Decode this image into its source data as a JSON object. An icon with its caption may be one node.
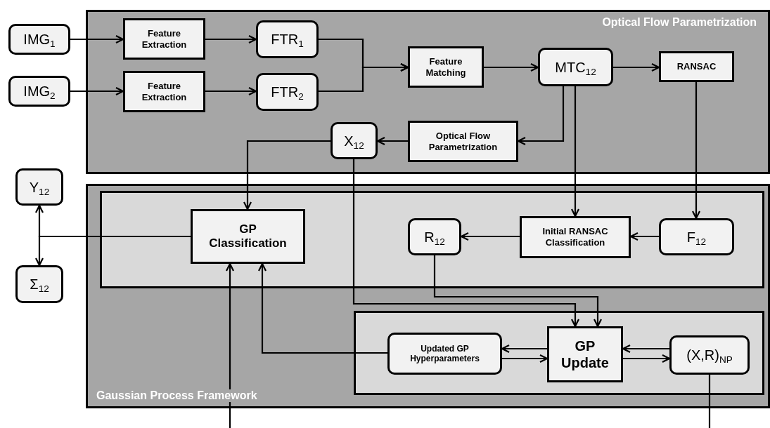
{
  "diagram": {
    "nodes": [
      {
        "text": [
          "Optical Flow Parametrization"
        ]
      },
      {
        "text": [
          "IMG$_{1}$"
        ]
      },
      {
        "text": [
          "IMG$_{2}$"
        ]
      },
      {
        "text": [
          "Feature Extraction"
        ],
        "in": 0
      },
      {
        "text": [
          "Feature Extraction"
        ],
        "in": 0
      },
      {
        "text": [
          "FTR$_{1}$"
        ],
        "in": 0
      },
      {
        "text": [
          "FTR$_{2}$"
        ],
        "in": 0
      },
      {
        "text": [
          "Feature Matching"
        ],
        "in": 0
      },
      {
        "text": [
          "MTC$_{12}$"
        ],
        "in": 0
      },
      {
        "text": [
          "RANSAC"
        ],
        "in": 0
      },
      {
        "text": [
          "X$_{12}$"
        ],
        "in": 0
      },
      {
        "text": [
          "Optical Flow Parametrization"
        ],
        "in": 0
      },
      {
        "text": [
          "Gaussian Process Framework"
        ]
      },
      {
        "text": [],
        "shape": "box",
        "in": 12
      },
      {
        "text": [
          "GP Classification"
        ],
        "in": 13
      },
      {
        "text": [
          "R$_{12}$"
        ],
        "in": 13
      },
      {
        "text": [
          "Initial RANSAC Classification"
        ],
        "in": 13
      },
      {
        "text": [
          "F$_{12}$"
        ],
        "in": 13
      },
      {
        "text": [],
        "shape": "box",
        "in": 12
      },
      {
        "text": [
          "Updated GP Hyperparameters"
        ],
        "in": 18
      },
      {
        "text": [
          "GP Update"
        ],
        "in": 18
      },
      {
        "text": [
          "(X,R)$_{NP}$"
        ],
        "in": 18
      },
      {
        "text": [
          "Y$_{12}$"
        ]
      },
      {
        "text": [
          "Σ$_{12}$"
        ]
      }
    ],
    "edges": [
      {
        "from": 1,
        "to": 3,
        "arrow": "to"
      },
      {
        "from": 2,
        "to": 4,
        "arrow": "to"
      },
      {
        "from": 3,
        "to": 5,
        "arrow": "to"
      },
      {
        "from": 4,
        "to": 6,
        "arrow": "to"
      },
      {
        "from": 5,
        "to": 7,
        "arrow": "to"
      },
      {
        "from": 6,
        "to": 7,
        "arrow": "to"
      },
      {
        "from": 7,
        "to": 8,
        "arrow": "to"
      },
      {
        "from": 8,
        "to": 9,
        "arrow": "to"
      },
      {
        "from": 8,
        "to": 11,
        "arrow": "to"
      },
      {
        "from": 11,
        "to": 10,
        "arrow": "to"
      },
      {
        "from": 8,
        "to": 16,
        "arrow": "to"
      },
      {
        "from": 9,
        "to": 17,
        "arrow": "to"
      },
      {
        "from": 10,
        "to": 14,
        "arrow": "to"
      },
      {
        "from": 10,
        "to": 20,
        "arrow": "to"
      },
      {
        "from": 17,
        "to": 16,
        "arrow": "to"
      },
      {
        "from": 16,
        "to": 15,
        "arrow": "to"
      },
      {
        "from": 15,
        "to": 20,
        "arrow": "to"
      },
      {
        "from": 20,
        "to": 19,
        "arrow": "to"
      },
      {
        "from": 19,
        "to": 20,
        "arrow": "to"
      },
      {
        "from": 20,
        "to": 21,
        "arrow": "to"
      },
      {
        "from": 21,
        "to": 20,
        "arrow": "to"
      },
      {
        "from": 19,
        "to": 14,
        "arrow": "to"
      },
      {
        "from": 14,
        "to": 22,
        "arrow": "to"
      },
      {
        "from": 14,
        "to": 23,
        "arrow": "to"
      },
      {
        "from": 21,
        "to": null,
        "arrow": "none"
      },
      {
        "from": null,
        "to": 14,
        "arrow": "to"
      }
    ]
  }
}
